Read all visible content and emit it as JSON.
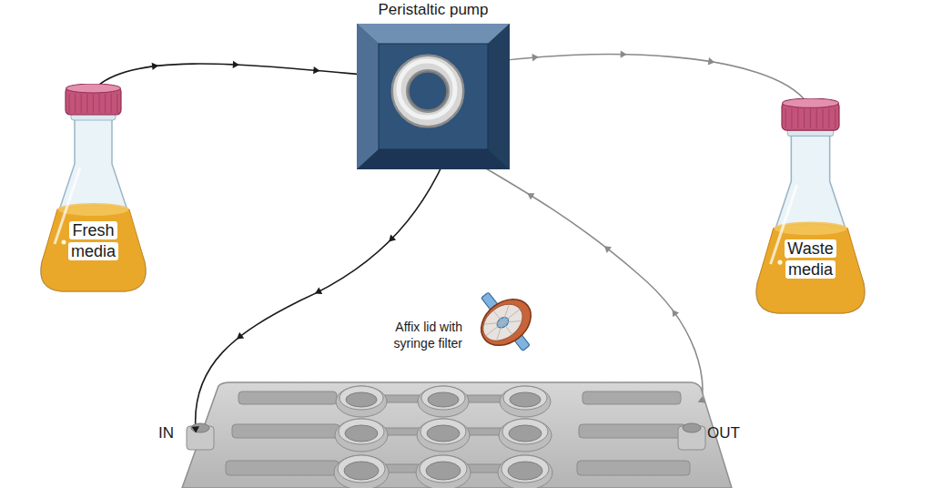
{
  "diagram": {
    "nodes": [
      {
        "text": [
          "Peristaltic pump"
        ]
      },
      {
        "text": [
          "Fresh media"
        ]
      },
      {
        "text": [
          "Waste media"
        ]
      }
    ],
    "edges": [
      {
        "from": 1,
        "to": 0,
        "arrow": "to"
      },
      {
        "from": 0,
        "to": 2,
        "arrow": "to"
      }
    ],
    "labels": [
      "Affix lid with syringe filter",
      "IN",
      "OUT"
    ]
  }
}
